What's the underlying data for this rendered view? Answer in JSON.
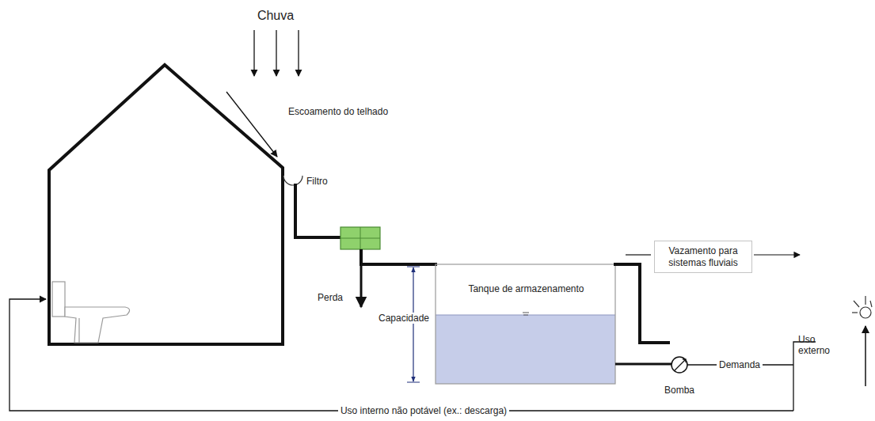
{
  "diagram": {
    "nodes": [
      {
        "text": [
          "Tanque de armazenamento"
        ]
      },
      {
        "text": [
          "Vazamento para sistemas fluviais"
        ]
      }
    ],
    "labels": [
      "Chuva",
      "Escoamento do telhado",
      "Filtro",
      "Perda",
      "Capacidade",
      "Bomba",
      "Demanda",
      "Uso externo",
      "Uso interno não potável (ex.: descarga)"
    ]
  }
}
